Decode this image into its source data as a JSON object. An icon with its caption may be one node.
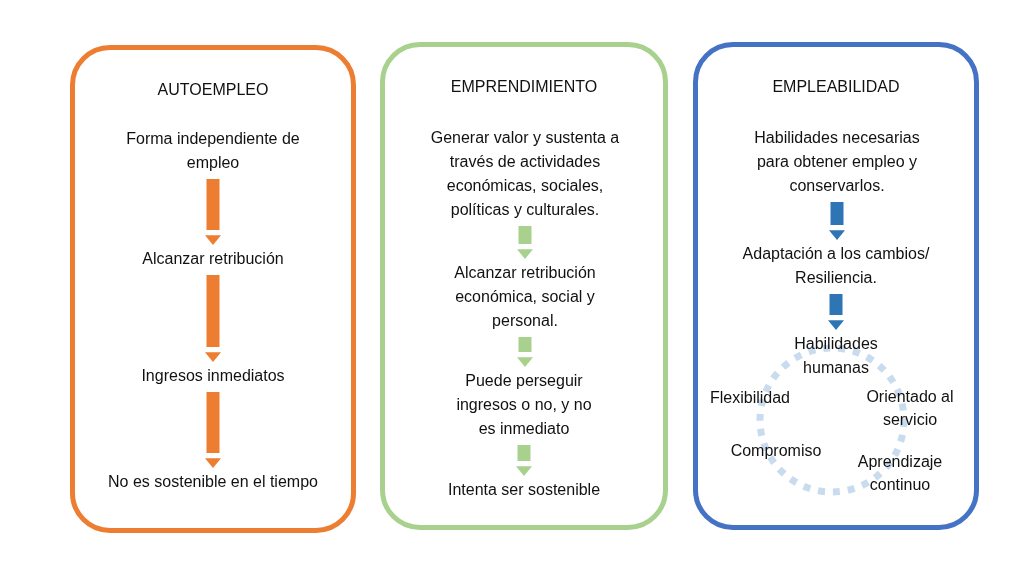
{
  "diagram": {
    "nodes": [
      {
        "text": [
          "AUTOEMPLEO"
        ]
      },
      {
        "text": [
          "Forma independiente de empleo"
        ],
        "in": 0
      },
      {
        "text": [
          "Alcanzar retribución"
        ],
        "in": 0
      },
      {
        "text": [
          "Ingresos inmediatos"
        ],
        "in": 0
      },
      {
        "text": [
          "No es sostenible en el tiempo"
        ],
        "in": 0
      },
      {
        "text": [
          "EMPRENDIMIENTO"
        ]
      },
      {
        "text": [
          "Generar valor y sustenta a través de actividades económicas, sociales, políticas y culturales."
        ],
        "in": 5
      },
      {
        "text": [
          "Alcanzar retribución económica, social y personal."
        ],
        "in": 5
      },
      {
        "text": [
          "Puede perseguir ingresos o no, y no es inmediato"
        ],
        "in": 5
      },
      {
        "text": [
          "Intenta ser sostenible"
        ],
        "in": 5
      },
      {
        "text": [
          "EMPLEABILIDAD"
        ]
      },
      {
        "text": [
          "Habilidades necesarias para obtener empleo y conservarlos."
        ],
        "in": 10
      },
      {
        "text": [
          "Adaptación a los cambios/ Resiliencia."
        ],
        "in": 10
      },
      {
        "text": [
          "Habilidades humanas"
        ],
        "in": 10
      }
    ],
    "edges": [
      {
        "from": 1,
        "to": 2,
        "arrow": "to",
        "style": "thick",
        "color": "#ed7d31"
      },
      {
        "from": 2,
        "to": 3,
        "arrow": "to",
        "style": "thick",
        "color": "#ed7d31"
      },
      {
        "from": 3,
        "to": 4,
        "arrow": "to",
        "style": "thick",
        "color": "#ed7d31"
      },
      {
        "from": 6,
        "to": 7,
        "arrow": "to",
        "style": "thick",
        "color": "#a9d18e"
      },
      {
        "from": 7,
        "to": 8,
        "arrow": "to",
        "style": "thick",
        "color": "#a9d18e"
      },
      {
        "from": 8,
        "to": 9,
        "arrow": "to",
        "style": "thick",
        "color": "#a9d18e"
      },
      {
        "from": 11,
        "to": 12,
        "arrow": "to",
        "style": "thick",
        "color": "#2e75b6"
      },
      {
        "from": 12,
        "to": 13,
        "arrow": "to",
        "style": "thick",
        "color": "#2e75b6"
      }
    ],
    "labels": [
      "Flexibilidad",
      "Orientado al servicio",
      "Compromiso",
      "Aprendizaje continuo"
    ]
  }
}
